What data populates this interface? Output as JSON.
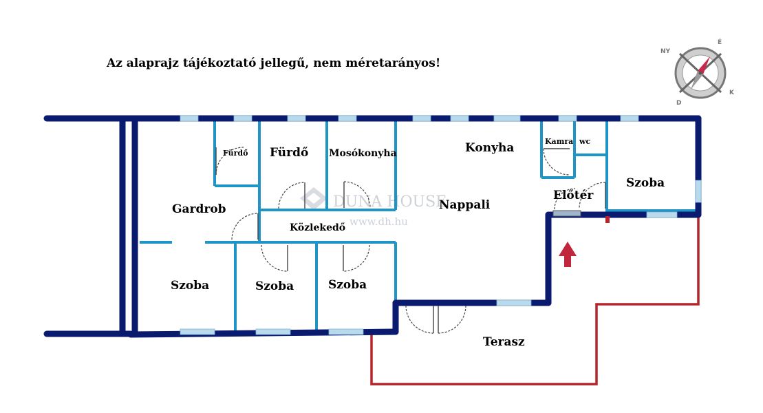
{
  "notice": "Az alaprajz tájékoztató jellegű, nem méretarányos!",
  "watermark": {
    "brand": "DUNA HOUSE",
    "url": "www.dh.hu"
  },
  "compass": {
    "ny": "NY",
    "e": "É",
    "d": "D",
    "k": "K"
  },
  "rooms": {
    "furdo_small": "Fürdő",
    "furdo_large": "Fürdő",
    "mosokonyha": "Mosókonyha",
    "konyha": "Konyha",
    "kamra": "Kamra",
    "wc": "wc",
    "szoba_right": "Szoba",
    "elloter": "Előtér",
    "nappali": "Nappali",
    "gardrob": "Gardrob",
    "kozlekedo": "Közlekedő",
    "szoba_1": "Szoba",
    "szoba_2": "Szoba",
    "szoba_3": "Szoba",
    "terasz": "Terasz"
  },
  "colors": {
    "outer_wall": "#0a1a6e",
    "inner_wall": "#1f94c7",
    "terrace_outline": "#b3262c",
    "entrance_arrow": "#c0263c",
    "compass_needle": "#c8284a"
  },
  "icons": {
    "entrance": "entrance-arrow-icon",
    "compass": "compass-rose-icon"
  }
}
